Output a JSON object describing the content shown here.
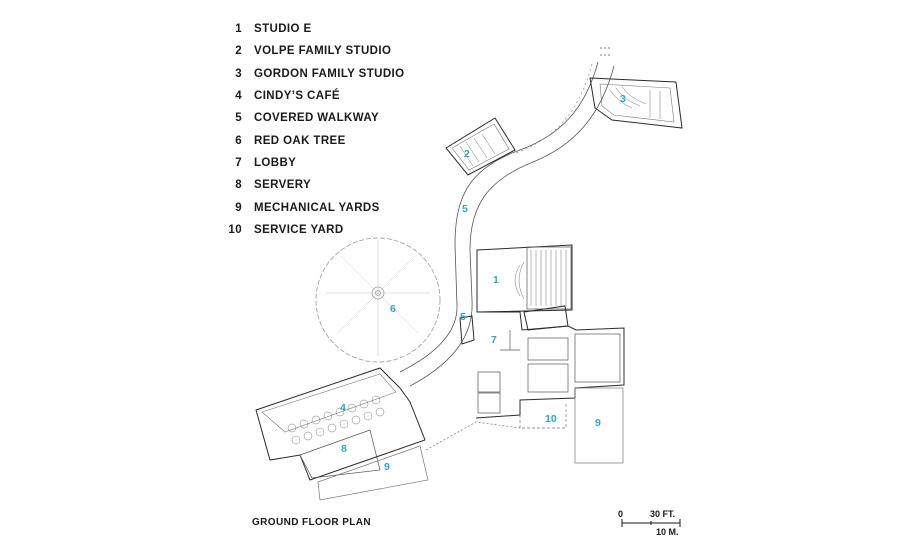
{
  "legend": {
    "items": [
      {
        "num": "1",
        "label": "STUDIO E"
      },
      {
        "num": "2",
        "label": "VOLPE FAMILY STUDIO"
      },
      {
        "num": "3",
        "label": "GORDON FAMILY STUDIO"
      },
      {
        "num": "4",
        "label": "CINDY’S CAFÉ"
      },
      {
        "num": "5",
        "label": "COVERED WALKWAY"
      },
      {
        "num": "6",
        "label": "RED OAK TREE"
      },
      {
        "num": "7",
        "label": "LOBBY"
      },
      {
        "num": "8",
        "label": "SERVERY"
      },
      {
        "num": "9",
        "label": "MECHANICAL YARDS"
      },
      {
        "num": "10",
        "label": "SERVICE YARD"
      }
    ]
  },
  "plan": {
    "title": "GROUND FLOOR PLAN",
    "tags": {
      "studio_e": "1",
      "volpe": "2",
      "gordon": "3",
      "cafe": "4",
      "walkway_upper": "5",
      "walkway_lower": "5",
      "tree": "6",
      "lobby": "7",
      "servery": "8",
      "mech_yard_right": "9",
      "mech_yard_bottom": "9",
      "service_yard": "10"
    }
  },
  "scale_bar": {
    "zero": "0",
    "feet": "30 FT.",
    "meters": "10 M."
  },
  "colors": {
    "line": "#2b2b2b",
    "light_line": "#8a8a8a",
    "tag": "#2aa7c9"
  }
}
